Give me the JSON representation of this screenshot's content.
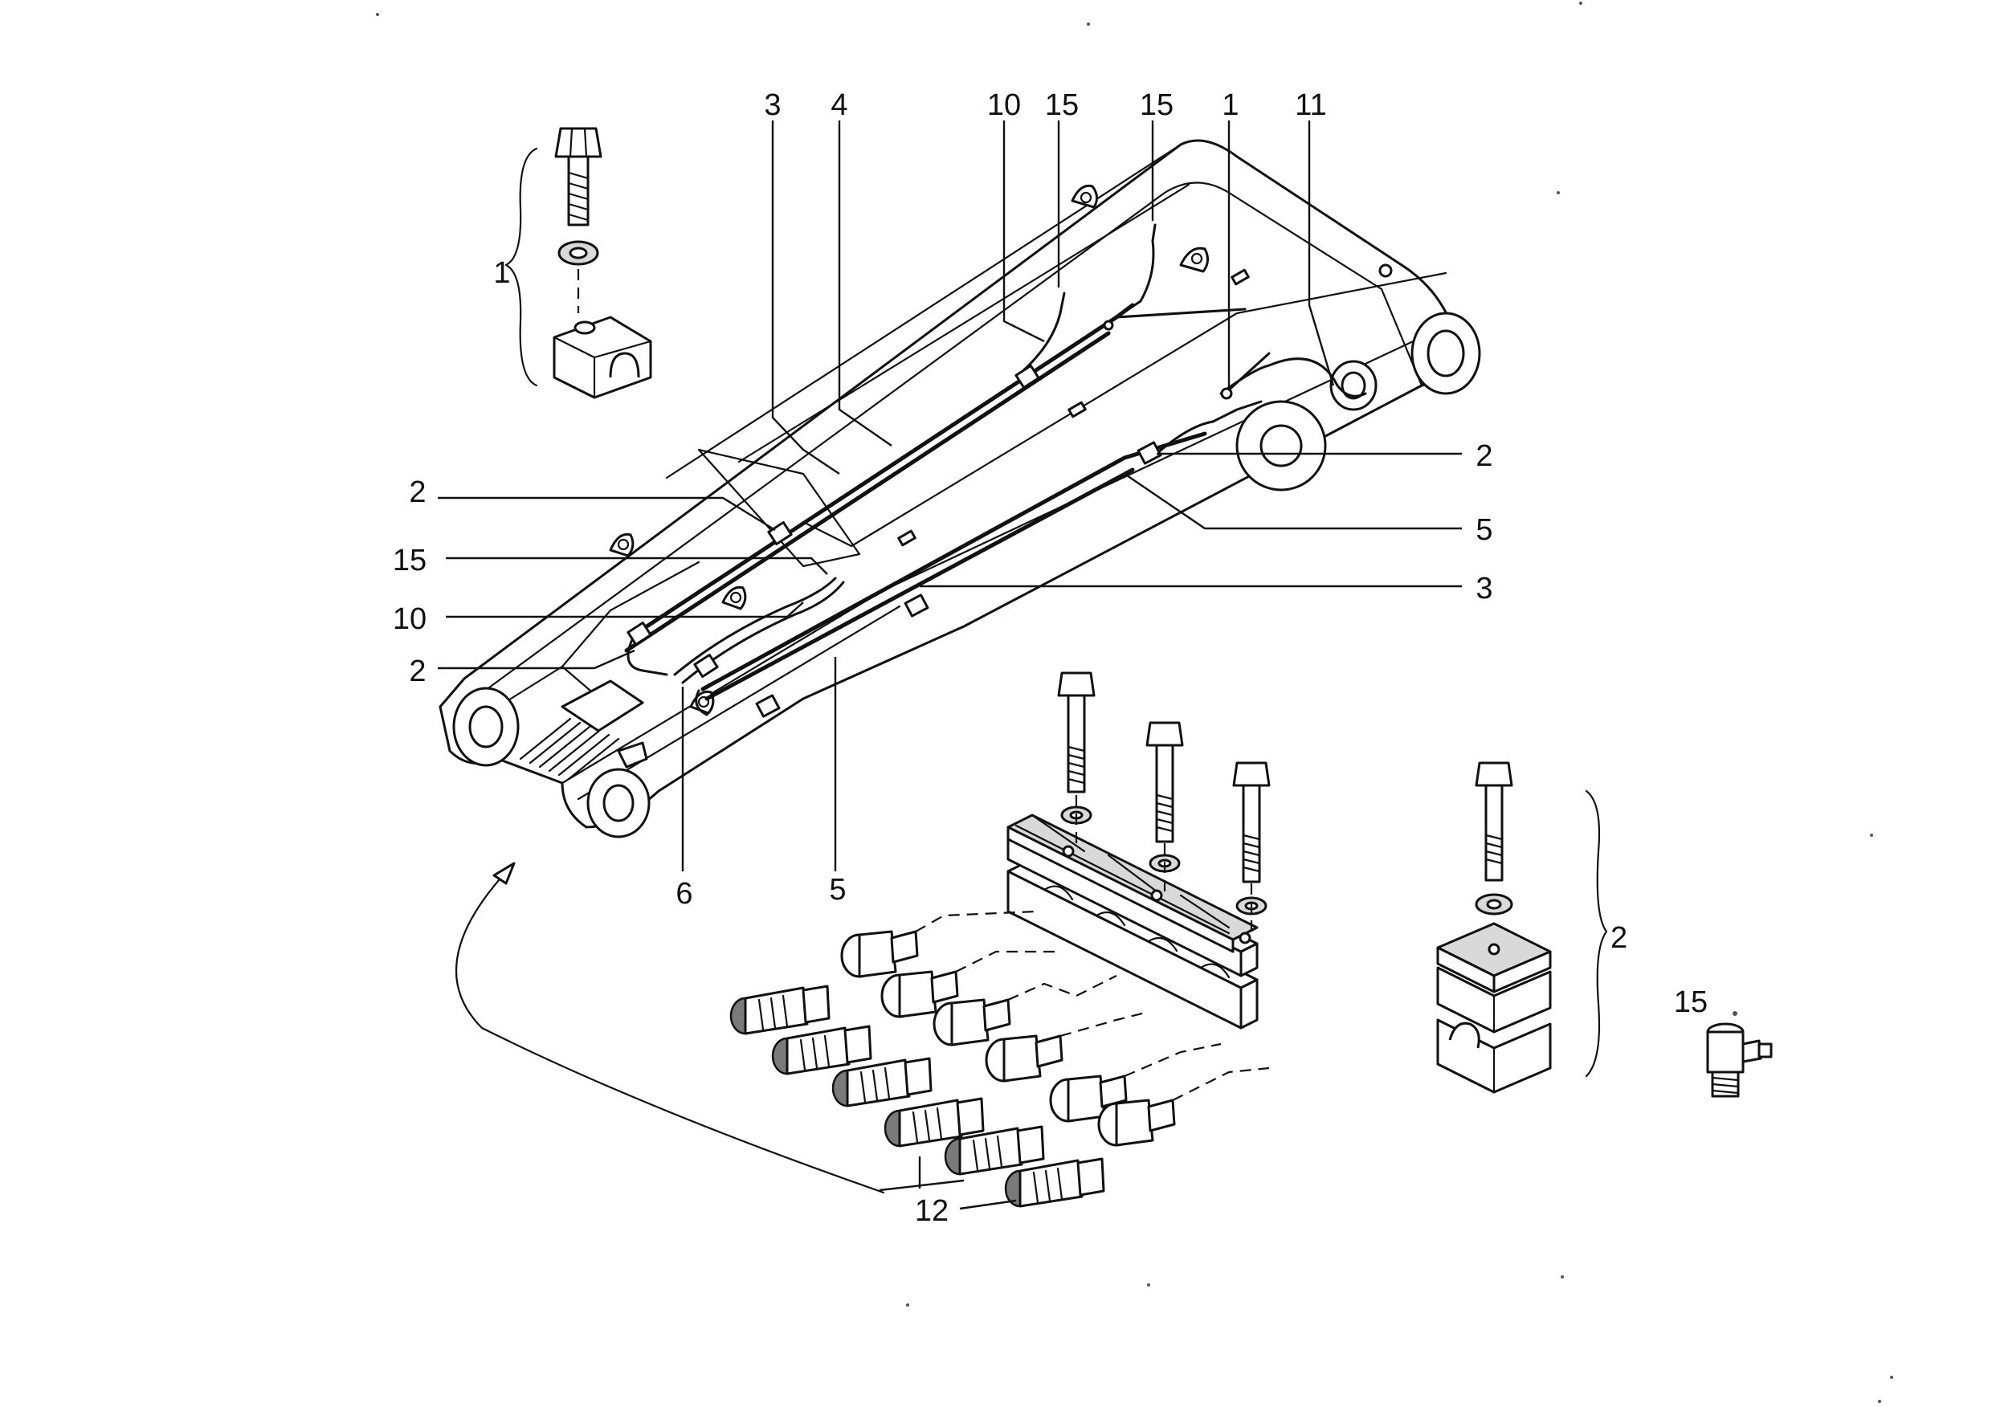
{
  "callouts": {
    "top": [
      "3",
      "4",
      "10",
      "15",
      "15",
      "1",
      "11"
    ],
    "left": [
      "2",
      "15",
      "10",
      "2"
    ],
    "right": [
      "2",
      "5",
      "3"
    ],
    "bottom": [
      "6",
      "5",
      "12"
    ],
    "detail_1": "1",
    "detail_2": "2",
    "fitting_15": "15"
  }
}
